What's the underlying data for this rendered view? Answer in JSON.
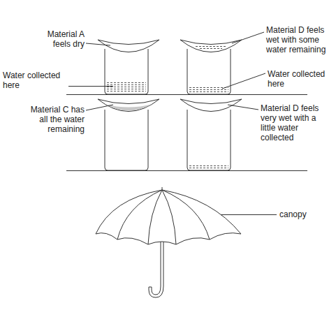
{
  "diagram": {
    "labels": [
      "Material A feels dry",
      "Material D feels wet with some water remaining",
      "Water collected here",
      "Water collected here",
      "Material C has all the water remaining",
      "Material D feels very wet with a little water collected",
      "canopy"
    ]
  }
}
